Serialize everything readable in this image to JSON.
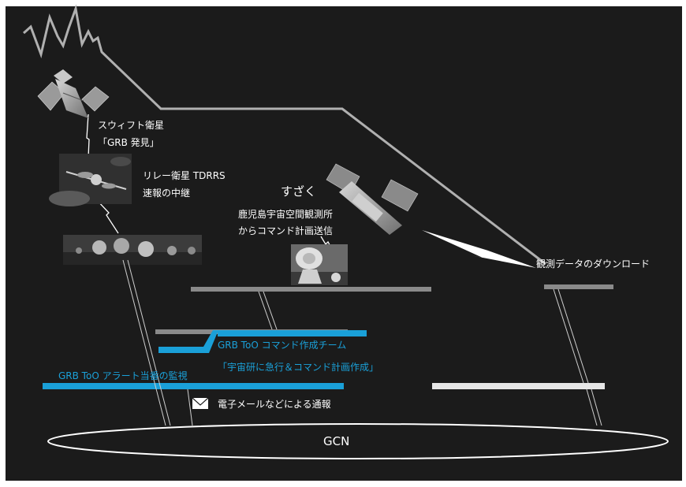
{
  "colors": {
    "background": "#1b1b1b",
    "accent_blue": "#1aa0d8",
    "bar_gray": "#8a8a8a",
    "line_gray": "#b0b0b0",
    "text": "#ffffff"
  },
  "labels": {
    "swift_satellite": "スウィフト衛星",
    "grb_discovery": "「GRB 発見」",
    "relay_satellite": "リレー衛星 TDRRS",
    "relay_news": "速報の中継",
    "suzaku": "すざく",
    "kagoshima": "鹿児島宇宙空間観測所",
    "command_send": "からコマンド計画送信",
    "download": "観測データのダウンロード",
    "command_team": "GRB ToO コマンド作成チーム",
    "rush_plan": "「宇宙研に急行＆コマンド計画作成」",
    "alert_watch": "GRB ToO アラート当番の監視",
    "email_notice": "電子メールなどによる通報",
    "gcn": "GCN"
  },
  "icons": {
    "swift": "swift-satellite-icon",
    "relay": "relay-satellite-icon",
    "ground_array": "ground-antenna-array-icon",
    "suzaku": "suzaku-satellite-icon",
    "dish": "parabolic-antenna-icon",
    "mail": "mail-envelope-icon",
    "lightning": "lightning-link-icon"
  }
}
